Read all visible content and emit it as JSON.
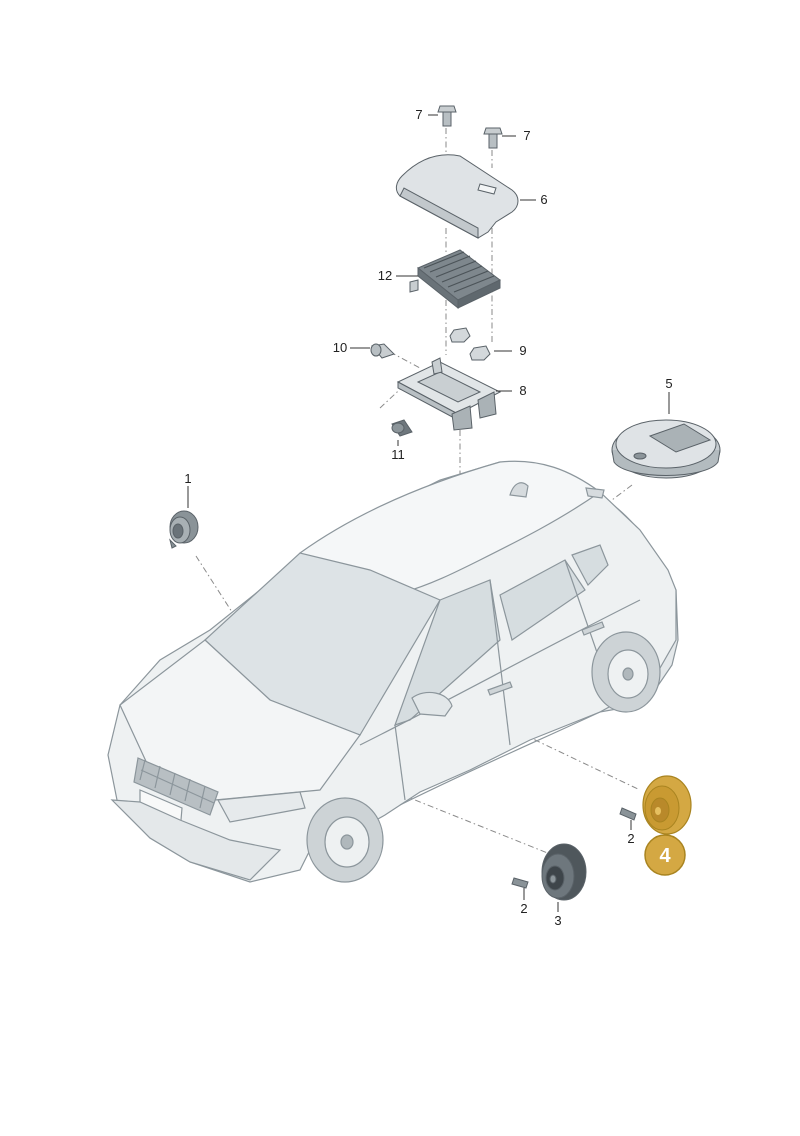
{
  "callouts": {
    "c1": "1",
    "c2a": "2",
    "c2b": "2",
    "c3": "3",
    "c4": "4",
    "c5": "5",
    "c6": "6",
    "c7a": "7",
    "c7b": "7",
    "c8": "8",
    "c9": "9",
    "c10": "10",
    "c11": "11",
    "c12": "12"
  },
  "colors": {
    "highlight": "#d4a843",
    "highlight_stroke": "#a98420",
    "car_fill": "#eef1f2",
    "part_fill": "#d3d8db"
  }
}
